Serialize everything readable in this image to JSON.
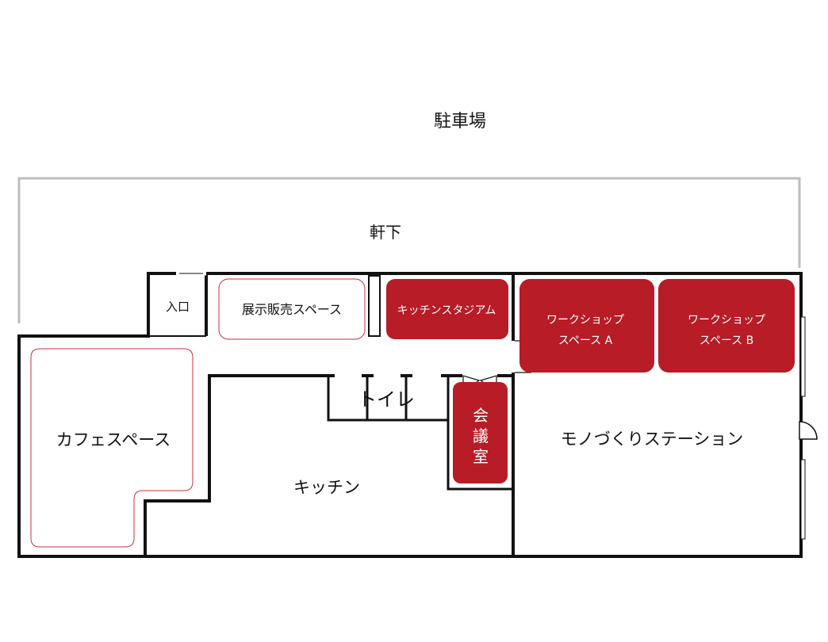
{
  "labels": {
    "parking": "駐車場",
    "eaves": "軒下",
    "entrance": "入口",
    "exhibit_space": "展示販売スペース",
    "kitchen_stadium": "キッチンスタジアム",
    "workshop_a_line1": "ワークショップ",
    "workshop_a_line2": "スペース A",
    "workshop_b_line1": "ワークショップ",
    "workshop_b_line2": "スペース B",
    "cafe_space": "カフェスペース",
    "toilet": "トイレ",
    "meeting_room_1": "会",
    "meeting_room_2": "議",
    "meeting_room_3": "室",
    "kitchen": "キッチン",
    "monozukuri_station": "モノづくりステーション"
  },
  "colors": {
    "room_fill": "#b71c27",
    "room_outline": "#c8323c",
    "wall": "#111111",
    "eaves_line": "#bdbdbd",
    "room_text": "#ffffff",
    "text": "#111111"
  }
}
